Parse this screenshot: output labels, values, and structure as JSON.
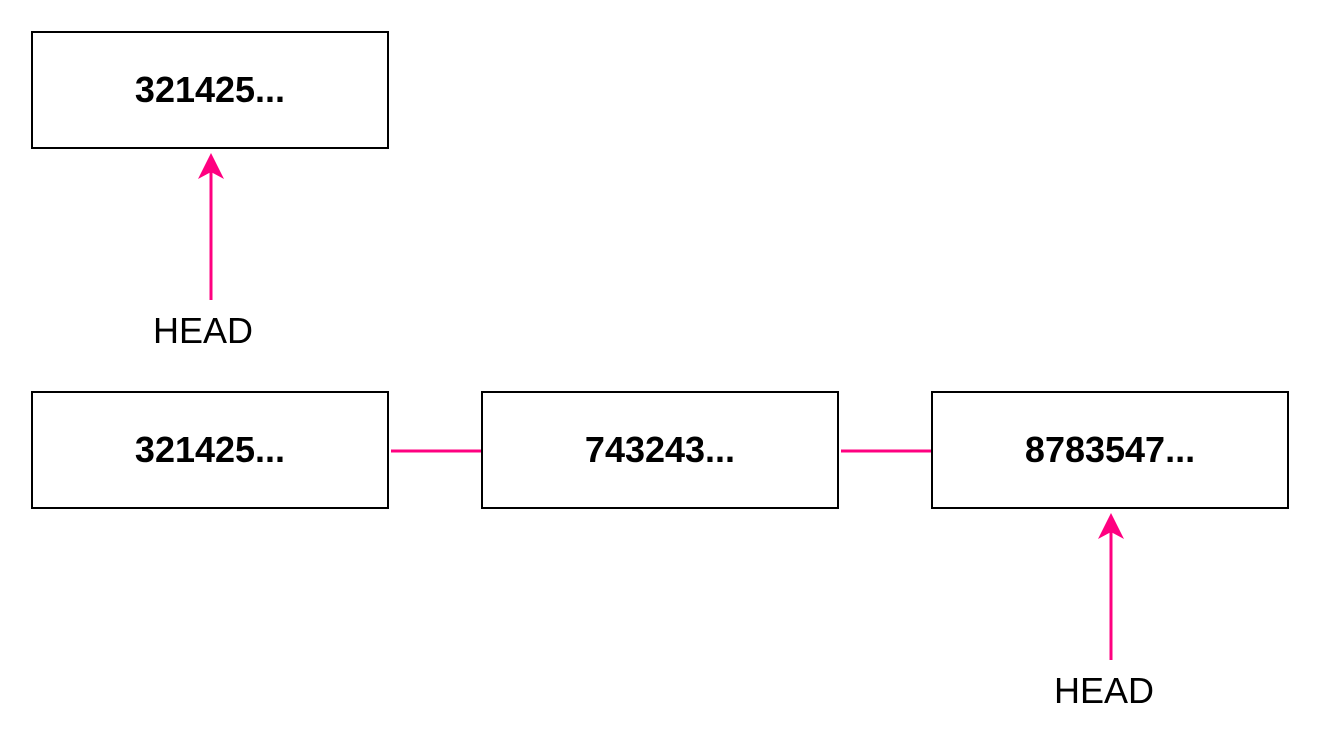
{
  "diagram": {
    "accent_color": "#ff0080",
    "detached": {
      "commit_label": "321425...",
      "head_label": "HEAD"
    },
    "chain": {
      "commits": [
        {
          "label": "321425..."
        },
        {
          "label": "743243..."
        },
        {
          "label": "8783547..."
        }
      ],
      "head_label": "HEAD"
    }
  }
}
